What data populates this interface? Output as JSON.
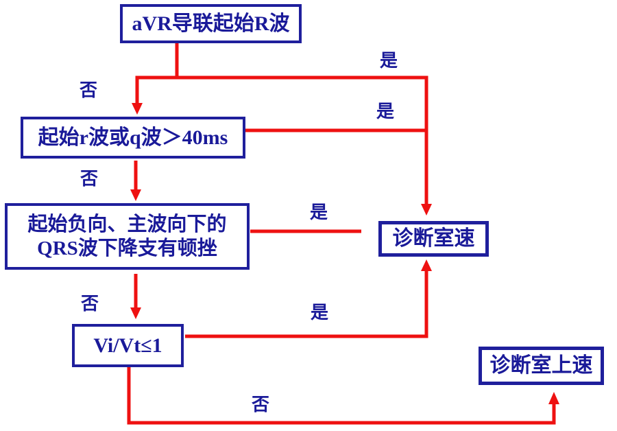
{
  "diagram": {
    "type": "flowchart",
    "nodes": [
      {
        "id": "avr-initial-r-wave",
        "label": "aVR导联起始R波"
      },
      {
        "id": "initial-r-or-q-gt-40ms",
        "label": "起始r波或q波＞40ms"
      },
      {
        "id": "qrs-descending-notch",
        "label_lines": [
          "起始负向、主波向下的",
          "QRS波下降支有顿挫"
        ]
      },
      {
        "id": "vi-vt-ratio",
        "label": "Vi/Vt≤1"
      },
      {
        "id": "diagnose-vt",
        "label": "诊断室速"
      },
      {
        "id": "diagnose-svt",
        "label": "诊断室上速"
      }
    ],
    "edges": [
      {
        "from": "avr-initial-r-wave",
        "to": "diagnose-vt",
        "label": "是"
      },
      {
        "from": "avr-initial-r-wave",
        "to": "initial-r-or-q-gt-40ms",
        "label": "否"
      },
      {
        "from": "initial-r-or-q-gt-40ms",
        "to": "diagnose-vt",
        "label": "是"
      },
      {
        "from": "initial-r-or-q-gt-40ms",
        "to": "qrs-descending-notch",
        "label": "否"
      },
      {
        "from": "qrs-descending-notch",
        "to": "diagnose-vt",
        "label": "是"
      },
      {
        "from": "qrs-descending-notch",
        "to": "vi-vt-ratio",
        "label": "否"
      },
      {
        "from": "vi-vt-ratio",
        "to": "diagnose-vt",
        "label": "是"
      },
      {
        "from": "vi-vt-ratio",
        "to": "diagnose-svt",
        "label": "否"
      }
    ],
    "colors": {
      "node_border": "#1f1f9c",
      "node_text": "#1a1a99",
      "connector": "#ee1111",
      "background": "#ffffff"
    }
  }
}
